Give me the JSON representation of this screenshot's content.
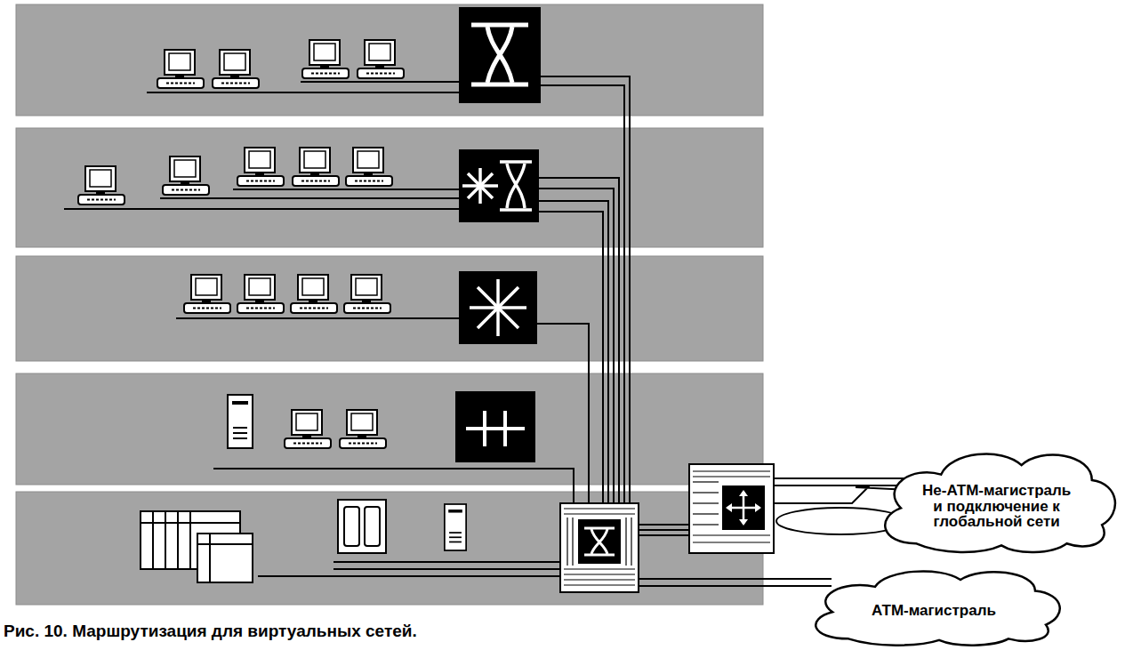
{
  "diagram": {
    "caption": "Рис. 10. Маршрутизация для виртуальных сетей.",
    "nodes": [
      {
        "text": [
          "Не-АТМ-магистраль и подключение к глобальной сети"
        ]
      },
      {
        "text": [
          "АТМ-магистраль"
        ]
      }
    ]
  }
}
